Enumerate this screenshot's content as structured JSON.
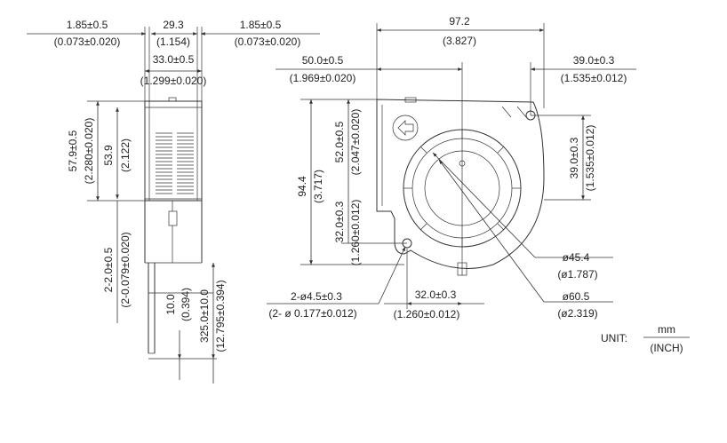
{
  "side_view": {
    "lead_width": "1.85±0.5",
    "lead_width_in": "(0.073±0.020)",
    "body_width": "29.3",
    "body_width_in": "(1.154)",
    "lead_width_right": "1.85±0.5",
    "lead_width_right_in": "(0.073±0.020)",
    "overall_width": "33.0±0.5",
    "overall_width_in": "(1.299±0.020)",
    "height": "57.9±0.5",
    "height_in": "(2.280±0.020)",
    "inner_height": "53.9",
    "inner_height_in": "(2.122)",
    "lead_offset": "2-2.0±0.5",
    "lead_offset_in": "(2-0.079±0.020)",
    "lead_end": "10.0",
    "lead_end_in": "(0.394)",
    "lead_length": "325.0±10.0",
    "lead_length_in": "(12.795±0.394)"
  },
  "front_view": {
    "overall_width": "97.2",
    "overall_width_in": "(3.827)",
    "left_to_center": "50.0±0.5",
    "left_to_center_in": "(1.969±0.020)",
    "right_hole_offset": "39.0±0.3",
    "right_hole_offset_in": "(1.535±0.012)",
    "height": "94.4",
    "height_in": "(3.717)",
    "hole_to_top": "52.0±0.5",
    "hole_to_top_in": "(2.047±0.020)",
    "hole_to_bottom": "32.0±0.3",
    "hole_to_bottom_in": "(1.260±0.012)",
    "right_vertical": "39.0±0.3",
    "right_vertical_in": "(1.535±0.012)",
    "hub_dia": "ø45.4",
    "hub_dia_in": "(ø1.787)",
    "impeller_dia": "ø60.5",
    "impeller_dia_in": "(ø2.319)",
    "holes": "2-ø4.5±0.3",
    "holes_in": "(2- ø 0.177±0.012)",
    "hole_spacing": "32.0±0.3",
    "hole_spacing_in": "(1.260±0.012)"
  },
  "unit": {
    "label": "UNIT:",
    "numerator": "mm",
    "denominator": "(INCH)"
  }
}
